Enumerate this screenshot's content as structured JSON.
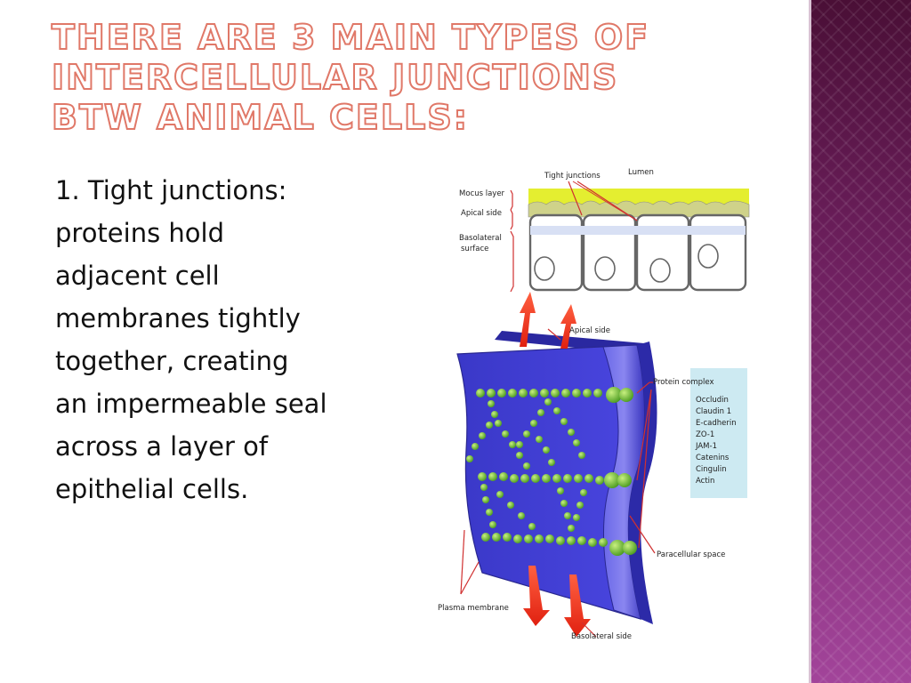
{
  "slide": {
    "title_lines": [
      "There are 3 main types of",
      "intercellular junctions",
      "btw animal cells:"
    ],
    "body_lines": [
      "1. Tight junctions:",
      "proteins hold",
      "adjacent cell",
      "membranes tightly",
      "together, creating",
      "an impermeable seal",
      "across a layer of",
      "epithelial cells."
    ],
    "accent_color": "#e07868",
    "band_color": "#7a2a6a"
  },
  "figure": {
    "top_labels": {
      "tight_junctions": "Tight junctions",
      "lumen": "Lumen",
      "mucus_layer": "Mocus layer",
      "apical_side": "Apical side",
      "basolateral_line1": "Basolateral",
      "basolateral_line2": "surface"
    },
    "bottom_labels": {
      "apical_side": "Apical side",
      "protein_complex": "Protein complex",
      "paracellular_space": "Paracellular space",
      "plasma_membrane": "Plasma membrane",
      "basolateral_side": "Basolateral side"
    },
    "proteins": [
      "Occludin",
      "Claudin 1",
      "E-cadherin",
      "ZO-1",
      "JAM-1",
      "Catenins",
      "Cingulin",
      "Actin"
    ]
  }
}
